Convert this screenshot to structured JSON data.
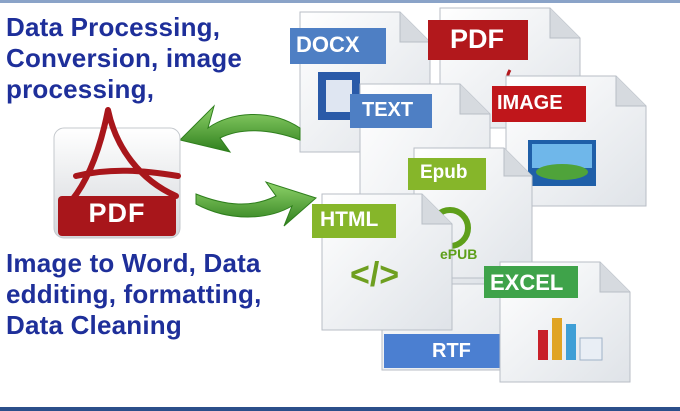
{
  "headline_top": {
    "line1": "Data Processing,",
    "line2": "Conversion, image",
    "line3": "processing,"
  },
  "headline_bottom": {
    "line1": "Image to Word, Data",
    "line2": "edditing, formatting,",
    "line3": "Data Cleaning"
  },
  "main_icon": {
    "label": "PDF",
    "color": "#a8161b"
  },
  "documents": {
    "docx": "DOCX",
    "pdf": "PDF",
    "text": "TEXT",
    "image": "IMAGE",
    "epub": "Epub",
    "epub_logo": "ePUB",
    "html": "HTML",
    "html_code": "</>",
    "excel": "EXCEL",
    "rtf": "RTF"
  },
  "colors": {
    "headline": "#1e2f9a",
    "arrow_green": "#3f9a2a",
    "docx_label": "#4e7fc4",
    "pdf_label": "#b2181c",
    "text_label": "#4e7fc4",
    "image_label": "#c0161b",
    "epub_label": "#86b62a",
    "html_label": "#86b62a",
    "excel_label": "#3fa34a",
    "rtf_label": "#4b7fd1"
  }
}
